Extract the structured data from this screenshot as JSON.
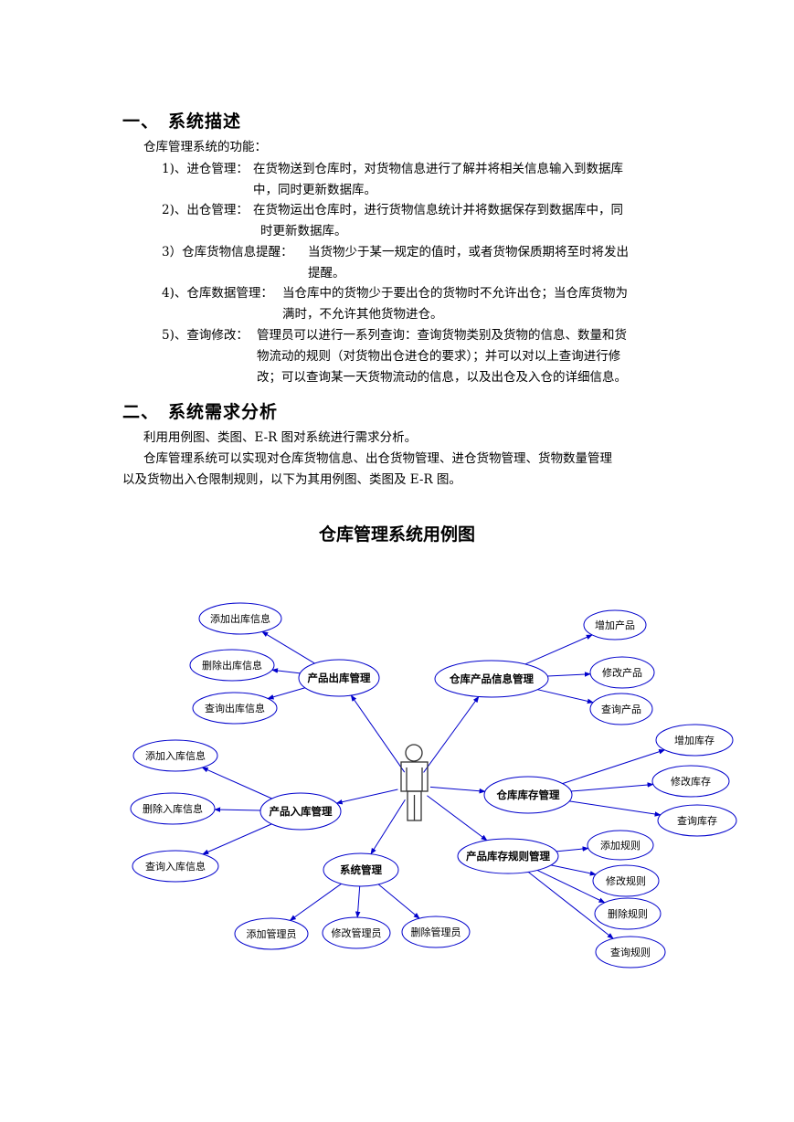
{
  "section1": {
    "num": "一、",
    "title": "系统描述",
    "intro": "仓库管理系统的功能：",
    "items": [
      {
        "label": "1)、进仓管理：",
        "lines": [
          "在货物送到仓库时，对货物信息进行了解并将相关信息输入到数据库",
          "中，同时更新数据库。"
        ]
      },
      {
        "label": "2)、出仓管理：",
        "lines": [
          "在货物运出仓库时，进行货物信息统计并将数据保存到数据库中，同",
          "时更新数据库。"
        ]
      },
      {
        "label": "3）仓库货物信息提醒：",
        "lines": [
          "当货物少于某一规定的值时，或者货物保质期将至时将发出",
          "提醒。"
        ]
      },
      {
        "label": "4)、仓库数据管理：",
        "lines": [
          "当仓库中的货物少于要出仓的货物时不允许出仓；当仓库货物为",
          "满时，不允许其他货物进仓。"
        ]
      },
      {
        "label": "5)、查询修改：",
        "lines": [
          "管理员可以进行一系列查询：查询货物类别及货物的信息、数量和货",
          "物流动的规则（对货物出仓进仓的要求）；并可以对以上查询进行修",
          "改；可以查询某一天货物流动的信息，以及出仓及入仓的详细信息。"
        ]
      }
    ]
  },
  "section2": {
    "num": "二、",
    "title": "系统需求分析",
    "para1": "利用用例图、类图、E-R 图对系统进行需求分析。",
    "para2_line1": "仓库管理系统可以实现对仓库货物信息、出仓货物管理、进仓货物管理、货物数量管理",
    "para2_line2": "以及货物出入仓限制规则，以下为其用例图、类图及 E-R 图。"
  },
  "diagram": {
    "title": "仓库管理系统用例图",
    "color": "#0000cc",
    "nodes": [
      {
        "id": "out",
        "label": "产品出库管理",
        "major": true
      },
      {
        "id": "info",
        "label": "仓库产品信息管理",
        "major": true
      },
      {
        "id": "in",
        "label": "产品入库管理",
        "major": true
      },
      {
        "id": "stock",
        "label": "仓库库存管理",
        "major": true
      },
      {
        "id": "sys",
        "label": "系统管理",
        "major": true
      },
      {
        "id": "rule",
        "label": "产品库存规则管理",
        "major": true
      },
      {
        "id": "o1",
        "label": "添加出库信息"
      },
      {
        "id": "o2",
        "label": "删除出库信息"
      },
      {
        "id": "o3",
        "label": "查询出库信息"
      },
      {
        "id": "p1",
        "label": "增加产品"
      },
      {
        "id": "p2",
        "label": "修改产品"
      },
      {
        "id": "p3",
        "label": "查询产品"
      },
      {
        "id": "i1",
        "label": "添加入库信息"
      },
      {
        "id": "i2",
        "label": "删除入库信息"
      },
      {
        "id": "i3",
        "label": "查询入库信息"
      },
      {
        "id": "s1",
        "label": "增加库存"
      },
      {
        "id": "s2",
        "label": "修改库存"
      },
      {
        "id": "s3",
        "label": "查询库存"
      },
      {
        "id": "m1",
        "label": "添加管理员"
      },
      {
        "id": "m2",
        "label": "修改管理员"
      },
      {
        "id": "m3",
        "label": "删除管理员"
      },
      {
        "id": "r1",
        "label": "添加规则"
      },
      {
        "id": "r2",
        "label": "修改规则"
      },
      {
        "id": "r3",
        "label": "删除规则"
      },
      {
        "id": "r4",
        "label": "查询规则"
      }
    ]
  }
}
